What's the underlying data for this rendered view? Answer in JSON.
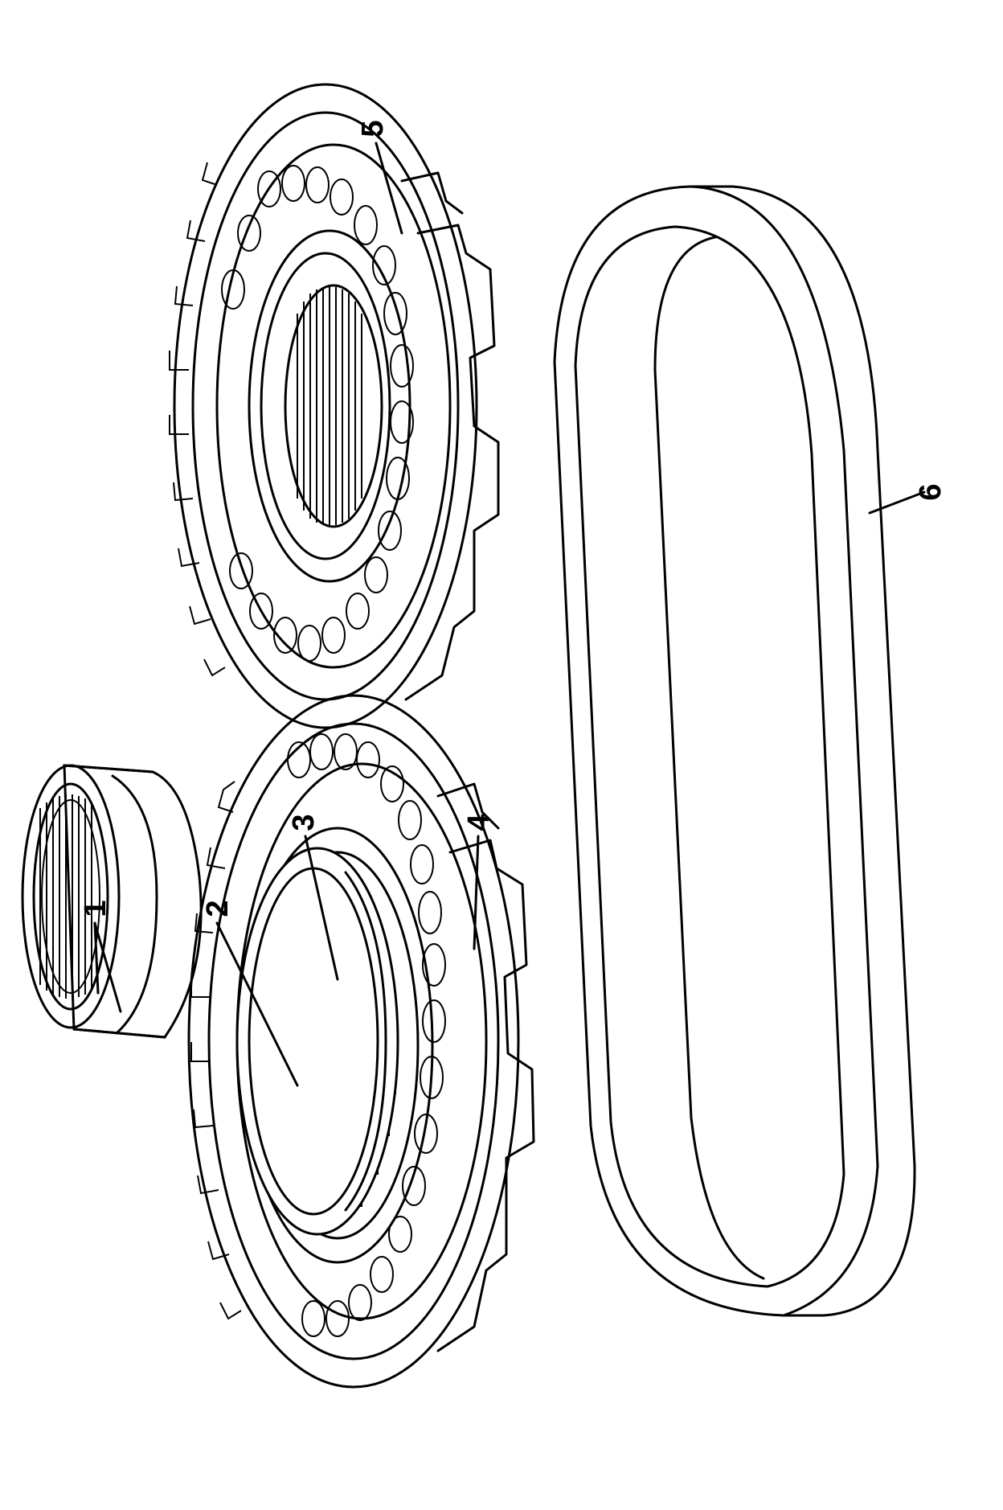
{
  "figure": {
    "callouts": [
      {
        "id": "1",
        "label": "1"
      },
      {
        "id": "2",
        "label": "2"
      },
      {
        "id": "3",
        "label": "3"
      },
      {
        "id": "4",
        "label": "4"
      },
      {
        "id": "5",
        "label": "5"
      },
      {
        "id": "6",
        "label": "6"
      }
    ],
    "parts": [
      "needle-bearing",
      "drive-sprocket-hub",
      "roller-bearing",
      "drive-sprocket",
      "driven-sprocket",
      "drive-chain"
    ],
    "line_color": "#000000",
    "background_color": "#ffffff"
  }
}
